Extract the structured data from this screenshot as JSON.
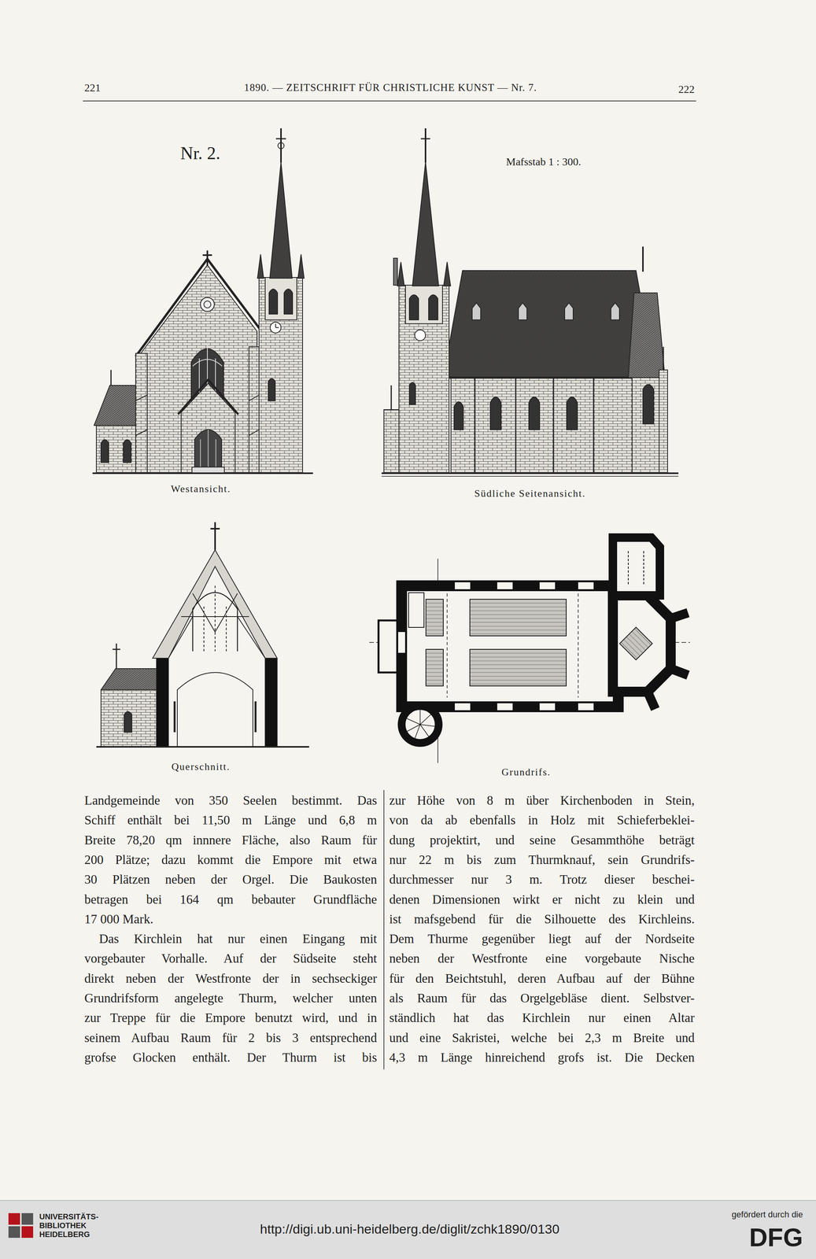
{
  "diagram": {
    "labels": [
      "221",
      "1890. — ZEITSCHRIFT FÜR CHRISTLICHE KUNST — Nr. 7.",
      "222",
      "Nr. 2.",
      "Mafsstab 1 : 300.",
      "Westansicht.",
      "Südliche Seitenansicht.",
      "Querschnitt.",
      "Grundrifs.",
      "Landgemeinde von 350 Seelen bestimmt. Das",
      "Schiff enthält bei 11,50 m Länge und 6,8 m",
      "Breite 78,20 qm innnere Fläche, also Raum für",
      "200 Plätze; dazu kommt die Empore mit etwa",
      "30 Plätzen neben der Orgel. Die Baukosten",
      "betragen bei 164 qm bebauter Grundfläche",
      "17 000 Mark.",
      "Das Kirchlein hat nur einen Eingang mit",
      "vorgebauter Vorhalle. Auf der Südseite steht",
      "direkt neben der Westfronte der in sechseckiger",
      "Grundrifsform angelegte Thurm, welcher unten",
      "zur Treppe für die Empore benutzt wird, und in",
      "seinem Aufbau Raum für 2 bis 3 entsprechend",
      "grofse Glocken enthält. Der Thurm ist bis",
      "zur Höhe von 8 m über Kirchenboden in Stein,",
      "von da ab ebenfalls in Holz mit Schieferbeklei-",
      "dung projektirt, und seine Gesammthöhe beträgt",
      "nur 22 m bis zum Thurmknauf, sein Grundrifs-",
      "durchmesser nur 3 m. Trotz dieser beschei-",
      "denen Dimensionen wirkt er nicht zu klein und",
      "ist mafsgebend für die Silhouette des Kirchleins.",
      "Dem Thurme gegenüber liegt auf der Nordseite",
      "neben der Westfronte eine vorgebaute Nische",
      "für den Beichtstuhl, deren Aufbau auf der Bühne",
      "als Raum für das Orgelgebläse dient. Selbstver-",
      "ständlich hat das Kirchlein nur einen Altar",
      "und eine Sakristei, welche bei 2,3 m Breite und",
      "4,3 m Länge hinreichend grofs ist. Die Decken",
      "UNIVERSITÄTS-",
      "BIBLIOTHEK",
      "HEIDELBERG",
      "http://digi.ub.uni-heidelberg.de/diglit/zchk1890/0130",
      "gefördert durch die",
      "DFG"
    ]
  }
}
